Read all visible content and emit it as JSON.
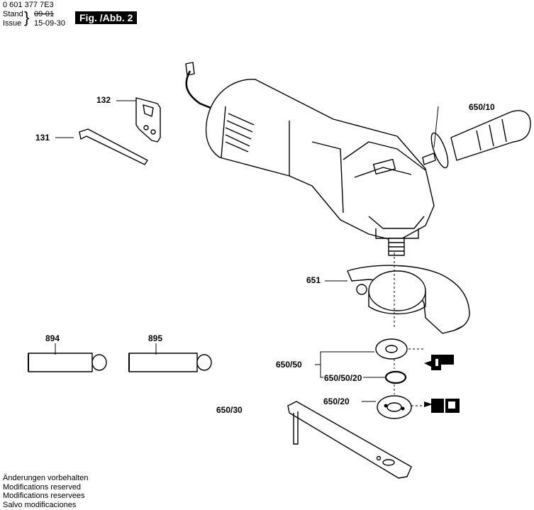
{
  "header": {
    "part_number": "0 601 377 7E3",
    "stand_label": "Stand",
    "stand_value": "09-01",
    "issue_label": "Issue",
    "issue_value": "15-09-30",
    "figure_label": "Fig. /Abb. 2"
  },
  "parts": {
    "p132": "132",
    "p131": "131",
    "p650_10": "650/10",
    "p651": "651",
    "p894": "894",
    "p895": "895",
    "p650_50": "650/50",
    "p650_50_20": "650/50/20",
    "p650_20": "650/20",
    "p650_30": "650/30"
  },
  "footer": {
    "line_de": "Änderungen vorbehalten",
    "line_en": "Modifications reserved",
    "line_fr": "Modifications reservees",
    "line_es": "Salvo modificaciones"
  }
}
